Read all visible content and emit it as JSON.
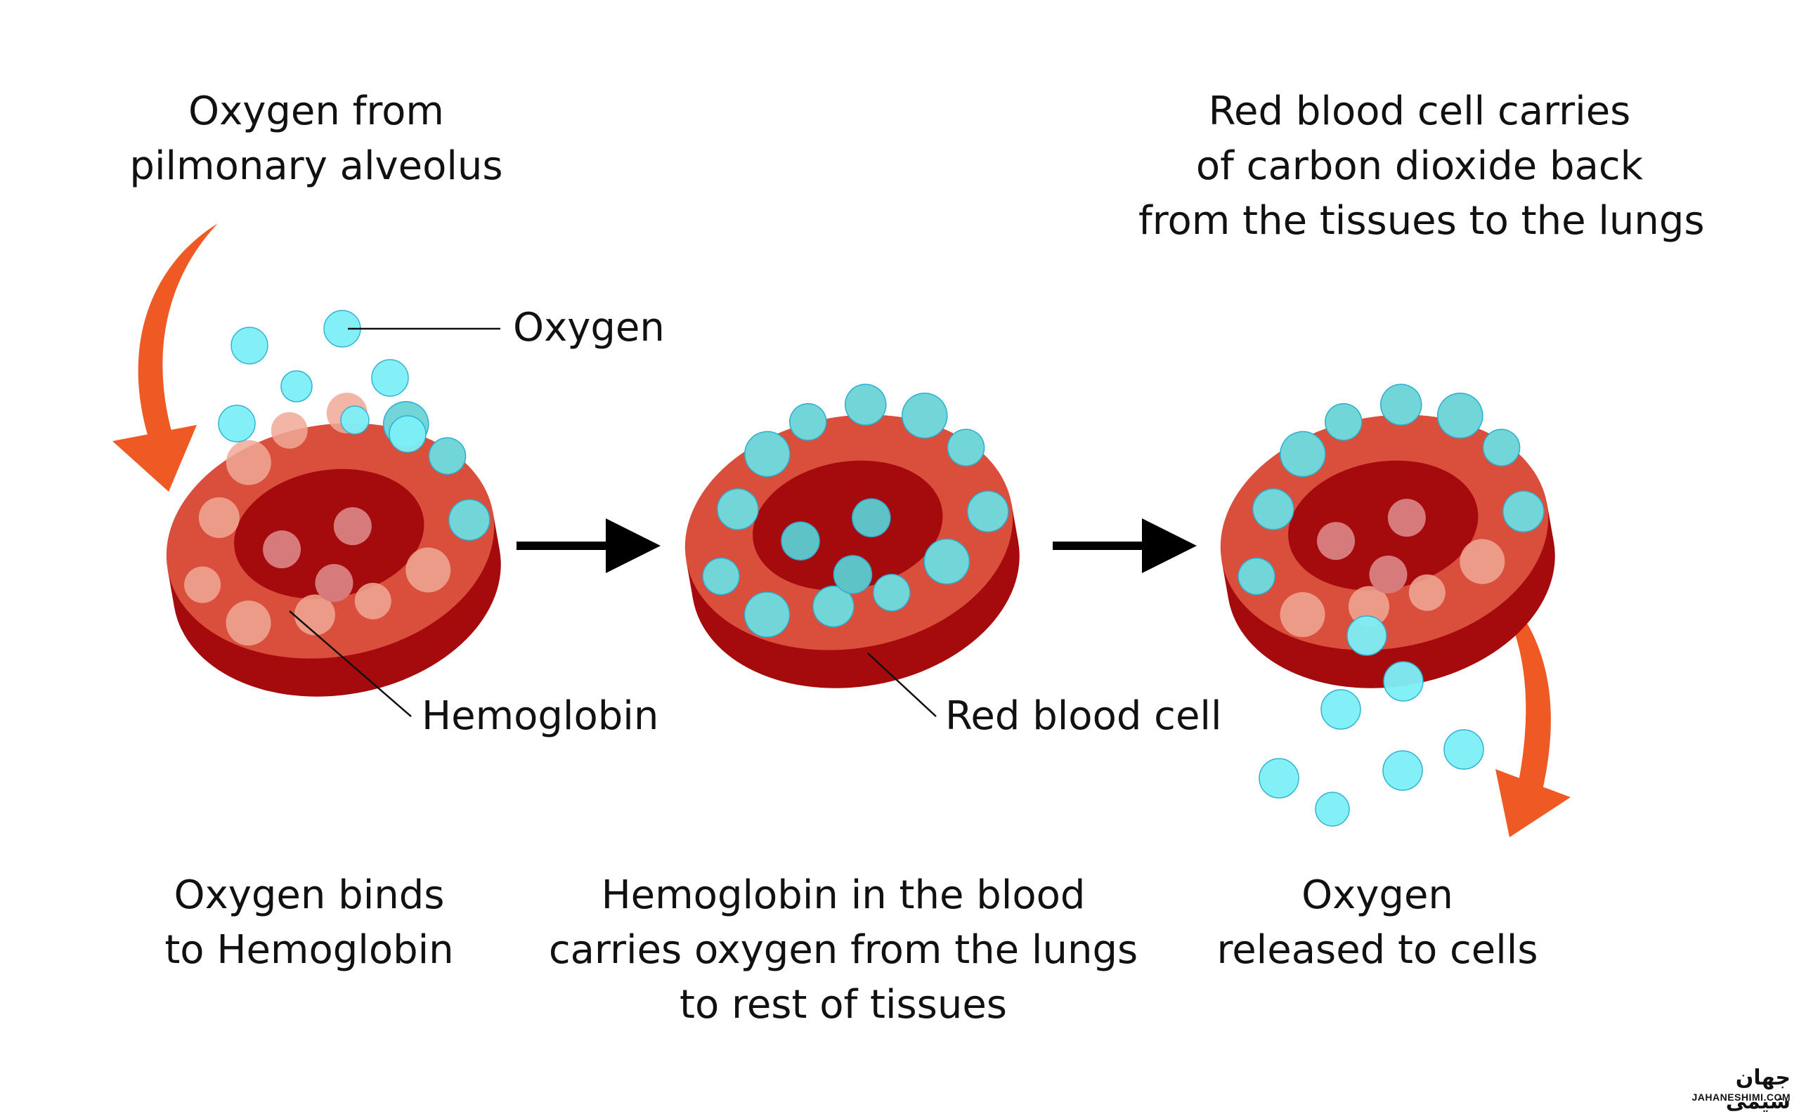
{
  "captions": {
    "top_left": [
      "Oxygen from",
      "pilmonary alveolus"
    ],
    "top_right": [
      "Red blood cell carries",
      "of carbon dioxide back",
      "from the tissues to the lungs"
    ],
    "bottom_left": [
      "Oxygen binds",
      "to Hemoglobin"
    ],
    "bottom_center": [
      "Hemoglobin in the blood",
      "carries oxygen from the lungs",
      "to rest of tissues"
    ],
    "bottom_right": [
      "Oxygen",
      "released to cells"
    ]
  },
  "labels": {
    "oxygen": "Oxygen",
    "hemoglobin": "Hemoglobin",
    "red_blood_cell": "Red blood cell"
  },
  "watermark": {
    "text_fa": "جهان شیمی",
    "text_en": "JAHANESHIMI.COM"
  },
  "colors": {
    "oxygen": "#7df0f7",
    "oxygen_edge": "#2aaed1",
    "cell_side": "#a50a0d",
    "cell_rim": "#d94f3c",
    "cell_center": "#a50a0d",
    "hemoglobin": "#f0a896",
    "arrow_orange": "#ef5a24",
    "arrow_black": "#000000"
  },
  "icons": [
    "oxygen-molecule-icon",
    "red-blood-cell-icon",
    "hemoglobin-icon",
    "curved-arrow-icon",
    "right-arrow-icon"
  ]
}
